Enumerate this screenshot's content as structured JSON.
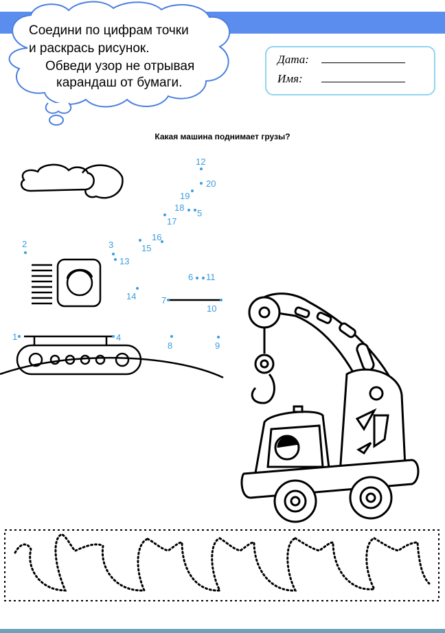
{
  "instructions": {
    "line1": "Соедини по цифрам точки",
    "line2": "и раскрась рисунок.",
    "line3": "Обведи узор не отрывая",
    "line4": "карандаш от бумаги."
  },
  "info": {
    "date_label": "Дата:",
    "name_label": "Имя:"
  },
  "question": "Какая машина поднимает грузы?",
  "dots": [
    {
      "label": "1"
    },
    {
      "label": "2"
    },
    {
      "label": "3"
    },
    {
      "label": "4"
    },
    {
      "label": "5"
    },
    {
      "label": "6"
    },
    {
      "label": "7"
    },
    {
      "label": "8"
    },
    {
      "label": "9"
    },
    {
      "label": "10"
    },
    {
      "label": "11"
    },
    {
      "label": "12"
    },
    {
      "label": "13"
    },
    {
      "label": "14"
    },
    {
      "label": "15"
    },
    {
      "label": "16"
    },
    {
      "label": "17"
    },
    {
      "label": "18"
    },
    {
      "label": "19"
    },
    {
      "label": "20"
    }
  ],
  "colors": {
    "header_bar": "#5b8dee",
    "bubble_border": "#4a7fe0",
    "info_border": "#8fd3f2",
    "dot_numbers": "#3b9de0"
  }
}
